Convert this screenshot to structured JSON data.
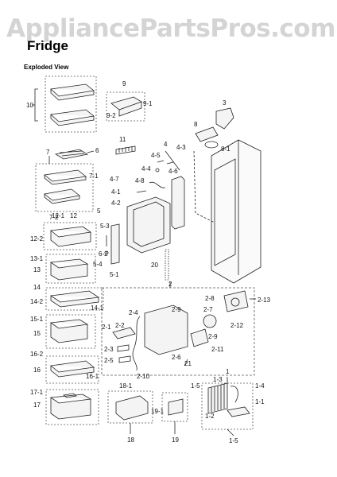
{
  "header": {
    "watermark": "AppliancePartsPros.com",
    "title": "Fridge",
    "subtitle": "Exploded View"
  },
  "callouts": {
    "p10": "10",
    "p9": "9",
    "p9_1": "9-1",
    "p9_2": "9-2",
    "p3": "3",
    "p8": "8",
    "p8_1": "8-1",
    "p4": "4",
    "p4_3": "4-3",
    "p4_5": "4-5",
    "p4_4": "4-4",
    "p4_6": "4-6",
    "p4_7": "4-7",
    "p4_8": "4-8",
    "p4_1": "4-1",
    "p4_2": "4-2",
    "p11": "11",
    "p7": "7",
    "p6": "6",
    "p7_1": "7-1",
    "p7_2": "7-2",
    "p5": "5",
    "p5_3": "5-3",
    "p6_2": "6-2",
    "p5_4": "5-4",
    "p5_1": "5-1",
    "p12_1": "12-1",
    "p12": "12",
    "p12_2": "12-2",
    "p13_1": "13-1",
    "p13": "13",
    "p20": "20",
    "p14": "14",
    "p14_2": "14-2",
    "p14_1": "14-1",
    "p2": "2",
    "p2_8": "2-8",
    "p2_13": "2-13",
    "p2_7": "2-7",
    "p2_12": "2-12",
    "p2_4": "2-4",
    "p2_9a": "2-9",
    "p2_9b": "2-9",
    "p2_1": "2-1",
    "p2_2": "2-2",
    "p2_3": "2-3",
    "p2_6": "2-6",
    "p2_11": "2-11",
    "p2_5": "2-5",
    "p2_10": "2-10",
    "p21": "21",
    "p15_1": "15-1",
    "p15": "15",
    "p16_2": "16-2",
    "p16": "16",
    "p16_1": "16-1",
    "p17_1": "17-1",
    "p17": "17",
    "p1": "1",
    "p1_5": "1-5",
    "p1_3": "1-3",
    "p1_4": "1-4",
    "p1_1": "1-1",
    "p1_2": "1-2",
    "p1_5b": "1-5",
    "p18_1": "18-1",
    "p18": "18",
    "p19_1": "19-1",
    "p19": "19"
  },
  "colors": {
    "line": "#222222",
    "dashed_box": "#555555",
    "part_fill": "#f4f4f4",
    "watermark": "#d4d4d4"
  }
}
